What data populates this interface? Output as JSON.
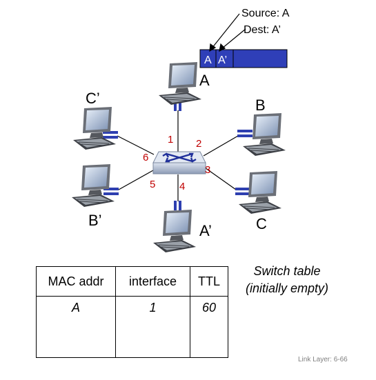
{
  "frame": {
    "fields": [
      "A",
      "A’"
    ],
    "source_annotation": "Source: A",
    "dest_annotation": "Dest: A’",
    "color": "#2f3fb8"
  },
  "hosts": {
    "a": "A",
    "b": "B",
    "c": "C",
    "a_prime": "A’",
    "b_prime": "B’",
    "c_prime": "C’"
  },
  "ports": {
    "p1": "1",
    "p2": "2",
    "p3": "3",
    "p4": "4",
    "p5": "5",
    "p6": "6"
  },
  "switch_table": {
    "headers": [
      "MAC addr",
      "interface",
      "TTL"
    ],
    "rows": [
      [
        "A",
        "1",
        "60"
      ]
    ],
    "caption_line1": "Switch table",
    "caption_line2": "(initially empty)"
  },
  "footer": "Link Layer: 6-66",
  "colors": {
    "port_label": "#c00000",
    "switch": "#b8c4d8",
    "arrows": "#1f2f9a"
  }
}
